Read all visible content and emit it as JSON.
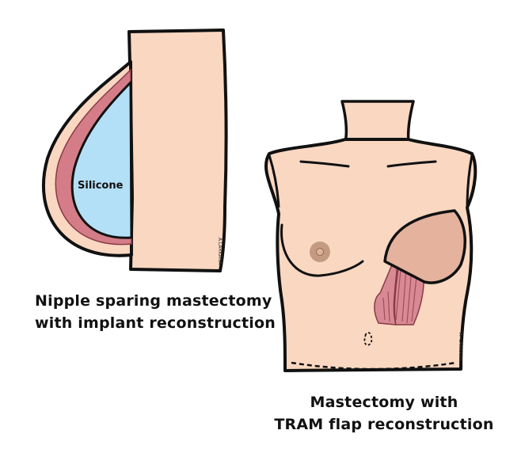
{
  "left_panel": {
    "implant_label": "Silicone",
    "caption_line1": "Nipple sparing mastectomy",
    "caption_line2": "with implant reconstruction",
    "signature": "A.LARKANA"
  },
  "right_panel": {
    "caption_line1": "Mastectomy with",
    "caption_line2": "TRAM flap reconstruction",
    "signature": "A. LARKANA"
  },
  "colors": {
    "skin": "#f9d7c1",
    "implant": "#b3e0f7",
    "muscle": "#d47d89",
    "flap": "#e4b29d",
    "areola": "#c49a80",
    "outline": "#111111"
  }
}
